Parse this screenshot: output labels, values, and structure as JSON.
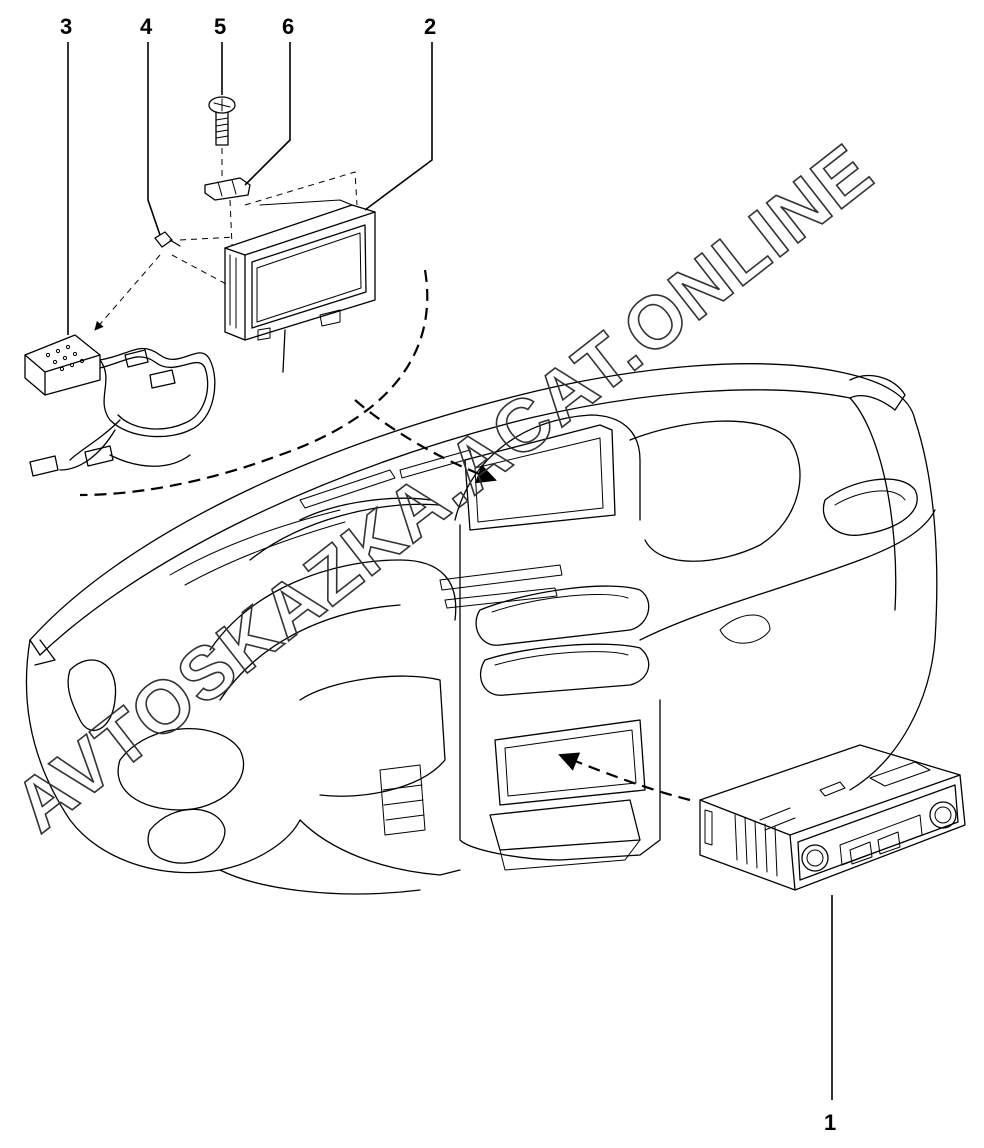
{
  "callouts": {
    "c1": "1",
    "c2": "2",
    "c3": "3",
    "c4": "4",
    "c5": "5",
    "c6": "6"
  },
  "watermark": "AVTOSKAZKA.ACAT.ONLINE",
  "colors": {
    "ink": "#000000",
    "paper": "#ffffff"
  }
}
